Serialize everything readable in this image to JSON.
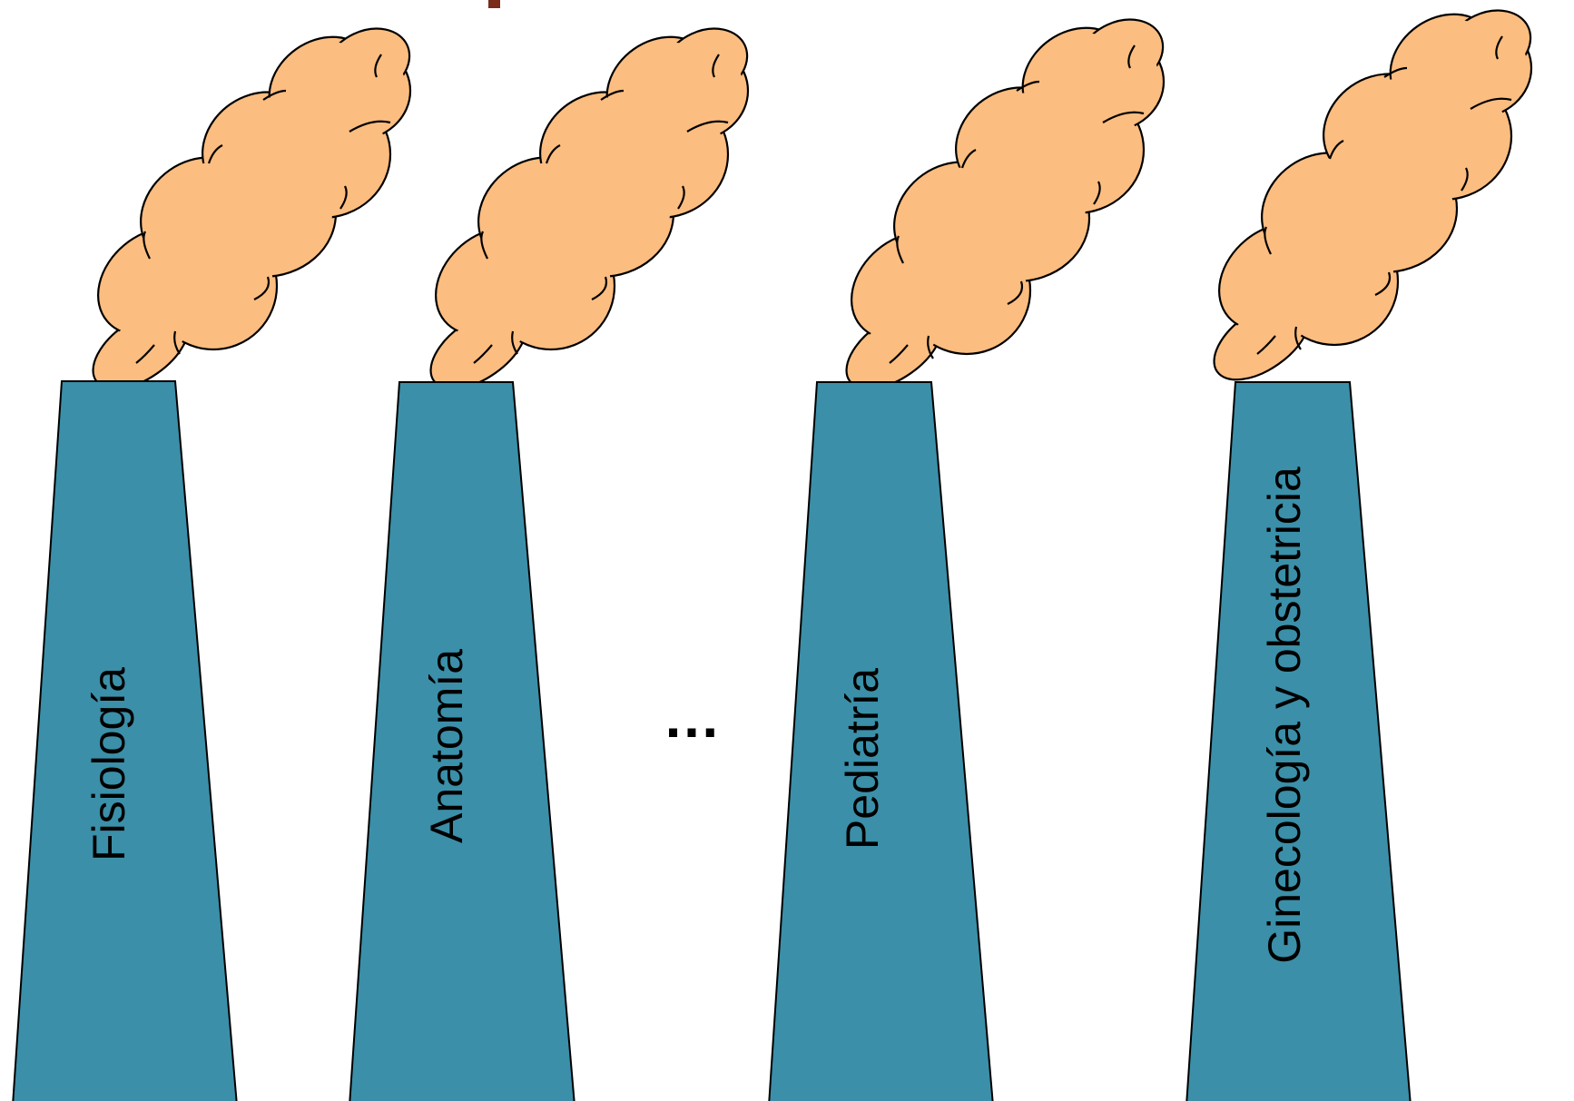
{
  "colors": {
    "chimney": "#3b8fa8",
    "smoke": "#fcbd80",
    "outline": "#000000",
    "top_mark": "#7a2b1a"
  },
  "chimneys": [
    {
      "label": "Fisiología"
    },
    {
      "label": "Anatomía"
    },
    {
      "label": "Pediatría"
    },
    {
      "label": "Ginecología y obstetricia"
    }
  ],
  "separator": "…"
}
